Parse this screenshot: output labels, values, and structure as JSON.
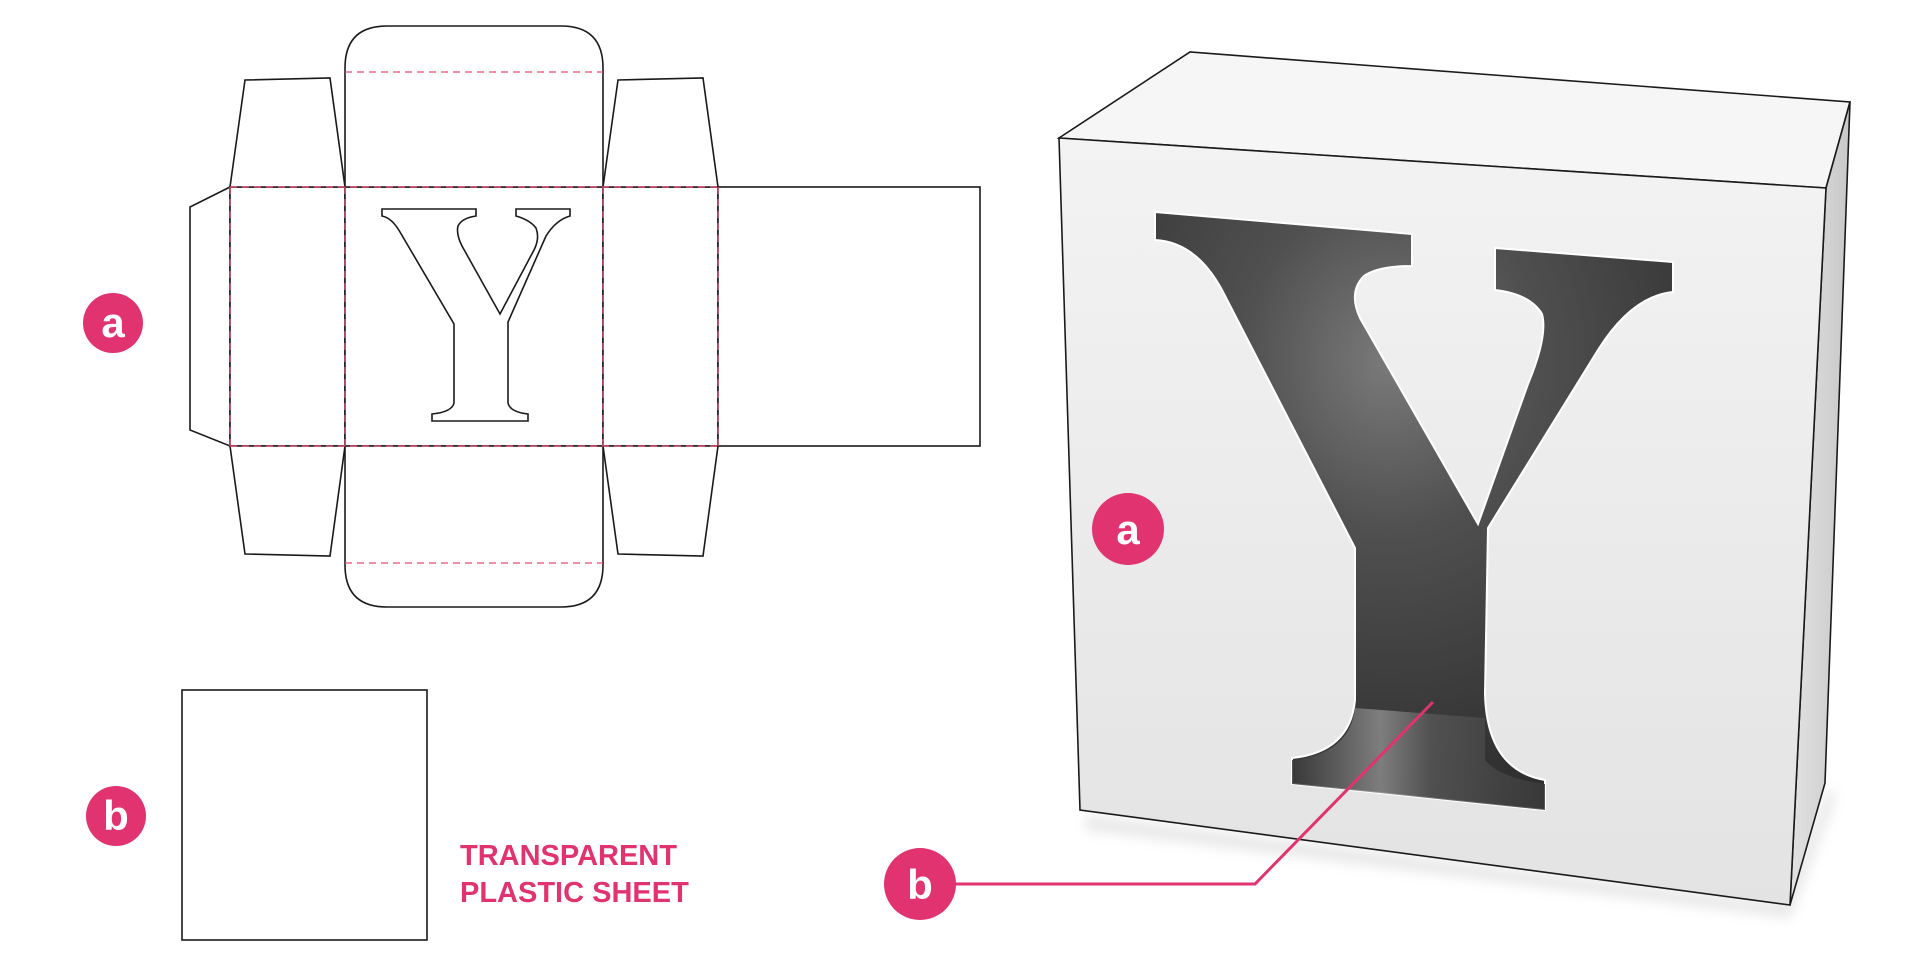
{
  "labels": {
    "part_a": "a",
    "part_b": "b"
  },
  "caption": {
    "line1": "TRANSPARENT",
    "line2": "PLASTIC SHEET"
  },
  "cutout_letter": "Y",
  "colors": {
    "accent": "#e0336f",
    "outline": "#1a1a1a",
    "fold_line": "#e64a6e",
    "box_front": "#eeeeee",
    "box_side": "#d6d6d6",
    "window": "#3a3a3a"
  }
}
